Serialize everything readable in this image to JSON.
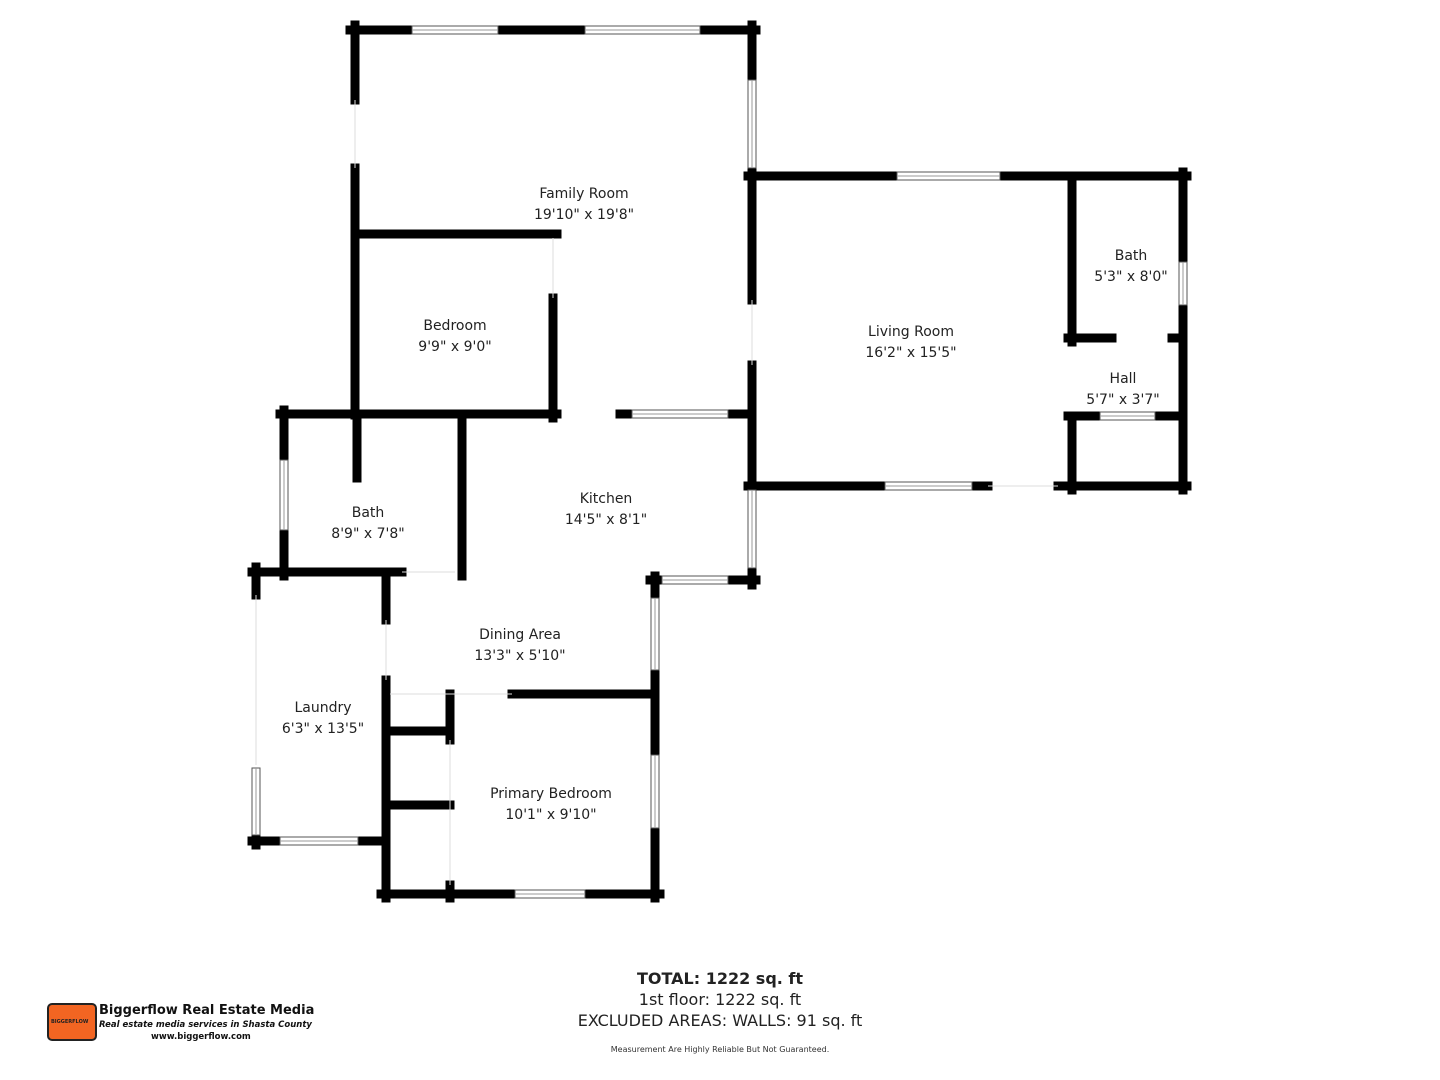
{
  "rooms": [
    {
      "name": "Family Room",
      "dims": "19'10\" x 19'8\""
    },
    {
      "name": "Bedroom",
      "dims": "9'9\" x 9'0\""
    },
    {
      "name": "Living Room",
      "dims": "16'2\" x 15'5\""
    },
    {
      "name": "Bath",
      "dims": "5'3\" x 8'0\""
    },
    {
      "name": "Hall",
      "dims": "5'7\" x 3'7\""
    },
    {
      "name": "Bath",
      "dims": "8'9\" x 7'8\""
    },
    {
      "name": "Kitchen",
      "dims": "14'5\" x 8'1\""
    },
    {
      "name": "Dining Area",
      "dims": "13'3\" x 5'10\""
    },
    {
      "name": "Laundry",
      "dims": "6'3\" x 13'5\""
    },
    {
      "name": "Primary Bedroom",
      "dims": "10'1\" x 9'10\""
    }
  ],
  "totals": {
    "total": "TOTAL: 1222 sq. ft",
    "floor": "1st floor: 1222 sq. ft",
    "excluded": "EXCLUDED AREAS: WALLS: 91 sq. ft"
  },
  "disclaimer": "Measurement Are Highly Reliable But Not Guaranteed.",
  "logo": {
    "badge": "BIGGERFLOW",
    "name": "Biggerflow Real Estate Media",
    "tagline": "Real estate media services in Shasta County",
    "url": "www.biggerflow.com",
    "color": "#f26522"
  },
  "colors": {
    "wall": "#000000",
    "window": "#999999"
  }
}
